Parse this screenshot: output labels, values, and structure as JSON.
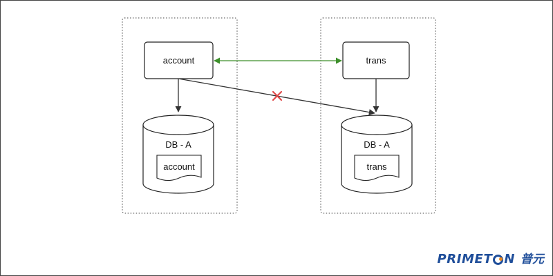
{
  "diagram": {
    "left_group": {
      "service_label": "account",
      "db_label": "DB - A",
      "table_label": "account"
    },
    "right_group": {
      "service_label": "trans",
      "db_label": "DB - A",
      "table_label": "trans"
    },
    "colors": {
      "link_allowed": "#3d8f2a",
      "link_denied_marker": "#e04848",
      "line": "#333333"
    }
  },
  "logo": {
    "word_part1": "PRIMET",
    "word_part2": "N",
    "cn": "普元"
  }
}
